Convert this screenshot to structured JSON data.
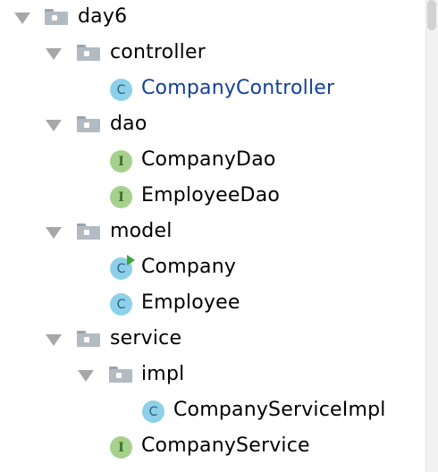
{
  "tree": {
    "root": {
      "label": "day6",
      "icon": "folder-icon",
      "expanded": true
    },
    "controller": {
      "label": "controller",
      "icon": "folder-icon",
      "expanded": true
    },
    "company_controller": {
      "label": "CompanyController",
      "icon": "class-icon",
      "badge": "C",
      "selected": true
    },
    "dao": {
      "label": "dao",
      "icon": "folder-icon",
      "expanded": true
    },
    "company_dao": {
      "label": "CompanyDao",
      "icon": "interface-icon",
      "badge": "I"
    },
    "employee_dao": {
      "label": "EmployeeDao",
      "icon": "interface-icon",
      "badge": "I"
    },
    "model": {
      "label": "model",
      "icon": "folder-icon",
      "expanded": true
    },
    "company": {
      "label": "Company",
      "icon": "class-icon",
      "badge": "C",
      "runnable": true
    },
    "employee": {
      "label": "Employee",
      "icon": "class-icon",
      "badge": "C"
    },
    "service": {
      "label": "service",
      "icon": "folder-icon",
      "expanded": true
    },
    "impl": {
      "label": "impl",
      "icon": "folder-icon",
      "expanded": true
    },
    "company_service_impl": {
      "label": "CompanyServiceImpl",
      "icon": "class-icon",
      "badge": "C"
    },
    "company_service": {
      "label": "CompanyService",
      "icon": "interface-icon",
      "badge": "I"
    }
  },
  "colors": {
    "class_badge": "#8dd0ea",
    "interface_badge": "#a6d18d",
    "selected_text": "#143f9c",
    "expand_arrow": "#a7a7a7",
    "folder": "#b2bac2"
  }
}
